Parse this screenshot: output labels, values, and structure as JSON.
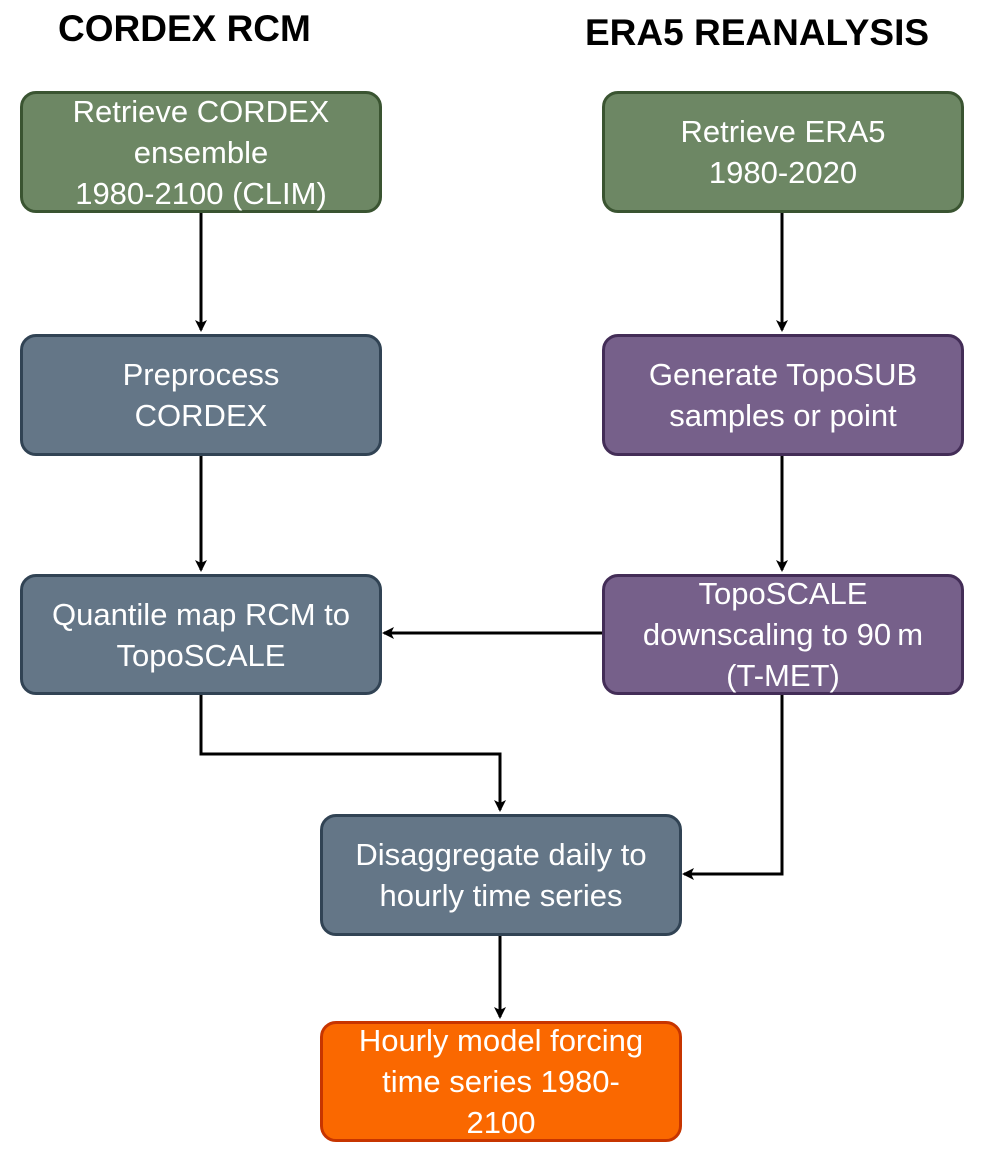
{
  "headings": {
    "left": "CORDEX RCM",
    "right": "ERA5 REANALYSIS"
  },
  "nodes": {
    "retrieve_cordex": "Retrieve CORDEX\nensemble\n1980-2100 (CLIM)",
    "preprocess_cordex": "Preprocess\nCORDEX",
    "quantile_map": "Quantile map RCM to\nTopoSCALE",
    "retrieve_era5": "Retrieve ERA5\n1980-2020",
    "generate_toposub": "Generate TopoSUB\nsamples or point",
    "toposcale": "TopoSCALE\ndownscaling to 90 m\n(T-MET)",
    "disaggregate": "Disaggregate daily to\nhourly time series",
    "output": "Hourly model forcing\ntime series 1980-\n2100"
  },
  "colors": {
    "green_fill": "#6d8764",
    "slate_fill": "#647687",
    "purple_fill": "#76608a",
    "orange_fill": "#fa6800",
    "edge": "#000000"
  }
}
